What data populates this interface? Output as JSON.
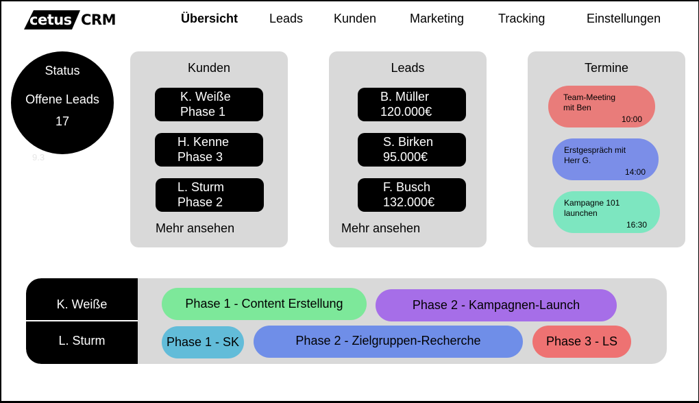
{
  "app": {
    "logo_badge": "cetus",
    "logo_suffix": "CRM"
  },
  "nav": {
    "items": [
      {
        "label": "Übersicht",
        "active": true
      },
      {
        "label": "Leads",
        "active": false
      },
      {
        "label": "Kunden",
        "active": false
      },
      {
        "label": "Marketing",
        "active": false
      },
      {
        "label": "Tracking",
        "active": false
      },
      {
        "label": "Einstellungen",
        "active": false
      }
    ]
  },
  "status": {
    "title": "Status",
    "label": "Offene Leads",
    "value": "17",
    "ghost_text": "9.3"
  },
  "kunden": {
    "title": "Kunden",
    "items": [
      {
        "name": "K. Weiße",
        "detail": "Phase 1"
      },
      {
        "name": "H. Kenne",
        "detail": "Phase 3"
      },
      {
        "name": "L. Sturm",
        "detail": "Phase 2"
      }
    ],
    "more_label": "Mehr ansehen"
  },
  "leads": {
    "title": "Leads",
    "items": [
      {
        "name": "B. Müller",
        "detail": "120.000€"
      },
      {
        "name": "S. Birken",
        "detail": "95.000€"
      },
      {
        "name": "F. Busch",
        "detail": "132.000€"
      }
    ],
    "more_label": "Mehr ansehen"
  },
  "termine": {
    "title": "Termine",
    "items": [
      {
        "line1": "Team-Meeting",
        "line2": "mit Ben",
        "time": "10:00",
        "color": "#e97c7a"
      },
      {
        "line1": "Erstgespräch mit",
        "line2": "Herr G.",
        "time": "14:00",
        "color": "#7b8ee8"
      },
      {
        "line1": "Kampagne 101",
        "line2": "launchen",
        "time": "16:30",
        "color": "#7de6c0"
      }
    ]
  },
  "timeline": {
    "rows": [
      {
        "name": "K. Weiße",
        "phases": [
          {
            "label": "Phase 1 - Content Erstellung",
            "color": "#7de89a"
          },
          {
            "label": "Phase 2 - Kampagnen-Launch",
            "color": "#a66ee8"
          }
        ]
      },
      {
        "name": "L. Sturm",
        "phases": [
          {
            "label": "Phase 1 - SK",
            "color": "#62bcd9"
          },
          {
            "label": "Phase 2 - Zielgruppen-Recherche",
            "color": "#6f8ee8"
          },
          {
            "label": "Phase 3 - LS",
            "color": "#ee7272"
          }
        ]
      }
    ]
  }
}
